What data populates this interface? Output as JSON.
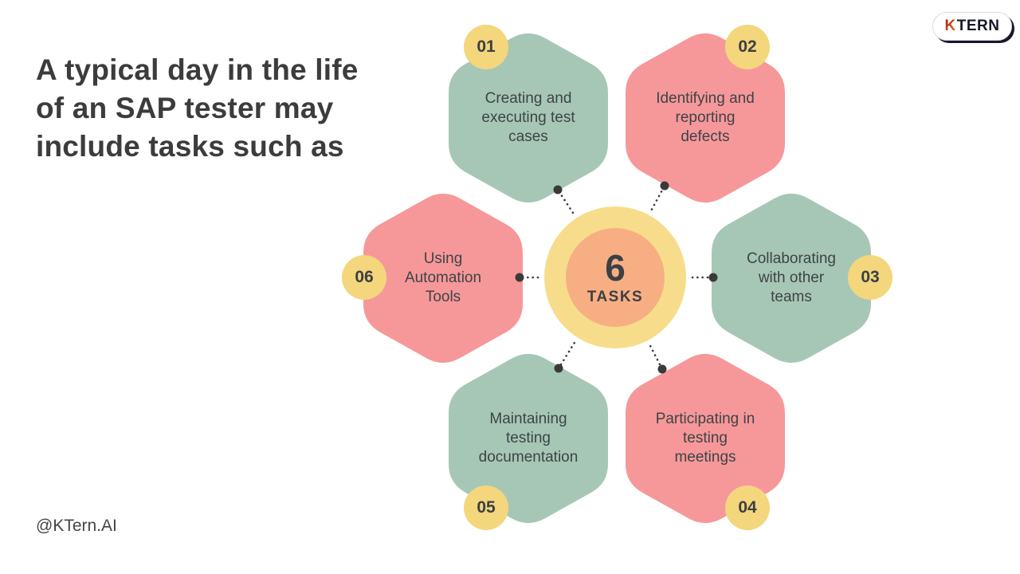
{
  "header": {
    "title_lines": [
      "A typical day in the life",
      "of an SAP tester may",
      "include tasks such as"
    ]
  },
  "logo": {
    "k": "K",
    "rest": "TERN"
  },
  "footer": {
    "handle": "@KTern.AI"
  },
  "center": {
    "number": "6",
    "label": "TASKS"
  },
  "tasks": [
    {
      "number": "01",
      "label": "Creating and executing test cases",
      "lines": [
        "Creating and",
        "executing test",
        "cases"
      ],
      "color_key": "green"
    },
    {
      "number": "02",
      "label": "Identifying and reporting defects",
      "lines": [
        "Identifying and",
        "reporting",
        "defects"
      ],
      "color_key": "pink"
    },
    {
      "number": "03",
      "label": "Collaborating with other teams",
      "lines": [
        "Collaborating",
        "with other",
        "teams"
      ],
      "color_key": "green"
    },
    {
      "number": "04",
      "label": "Participating in testing meetings",
      "lines": [
        "Participating in",
        "testing",
        "meetings"
      ],
      "color_key": "pink"
    },
    {
      "number": "05",
      "label": "Maintaining testing documentation",
      "lines": [
        "Maintaining",
        "testing",
        "documentation"
      ],
      "color_key": "green"
    },
    {
      "number": "06",
      "label": "Using Automation Tools",
      "lines": [
        "Using",
        "Automation",
        "Tools"
      ],
      "color_key": "pink"
    }
  ],
  "colors": {
    "green": "#a6c7b6",
    "pink": "#f69899",
    "badge_yellow": "#f4d67c",
    "ring_yellow": "#f7dd8b",
    "center_orange": "#f8ae83",
    "text_dark": "#3e4347",
    "title_dark": "#3c3c3c",
    "connector_dark": "#3a3a3a",
    "logo_red": "#e0391f",
    "logo_navy": "#17172b"
  }
}
